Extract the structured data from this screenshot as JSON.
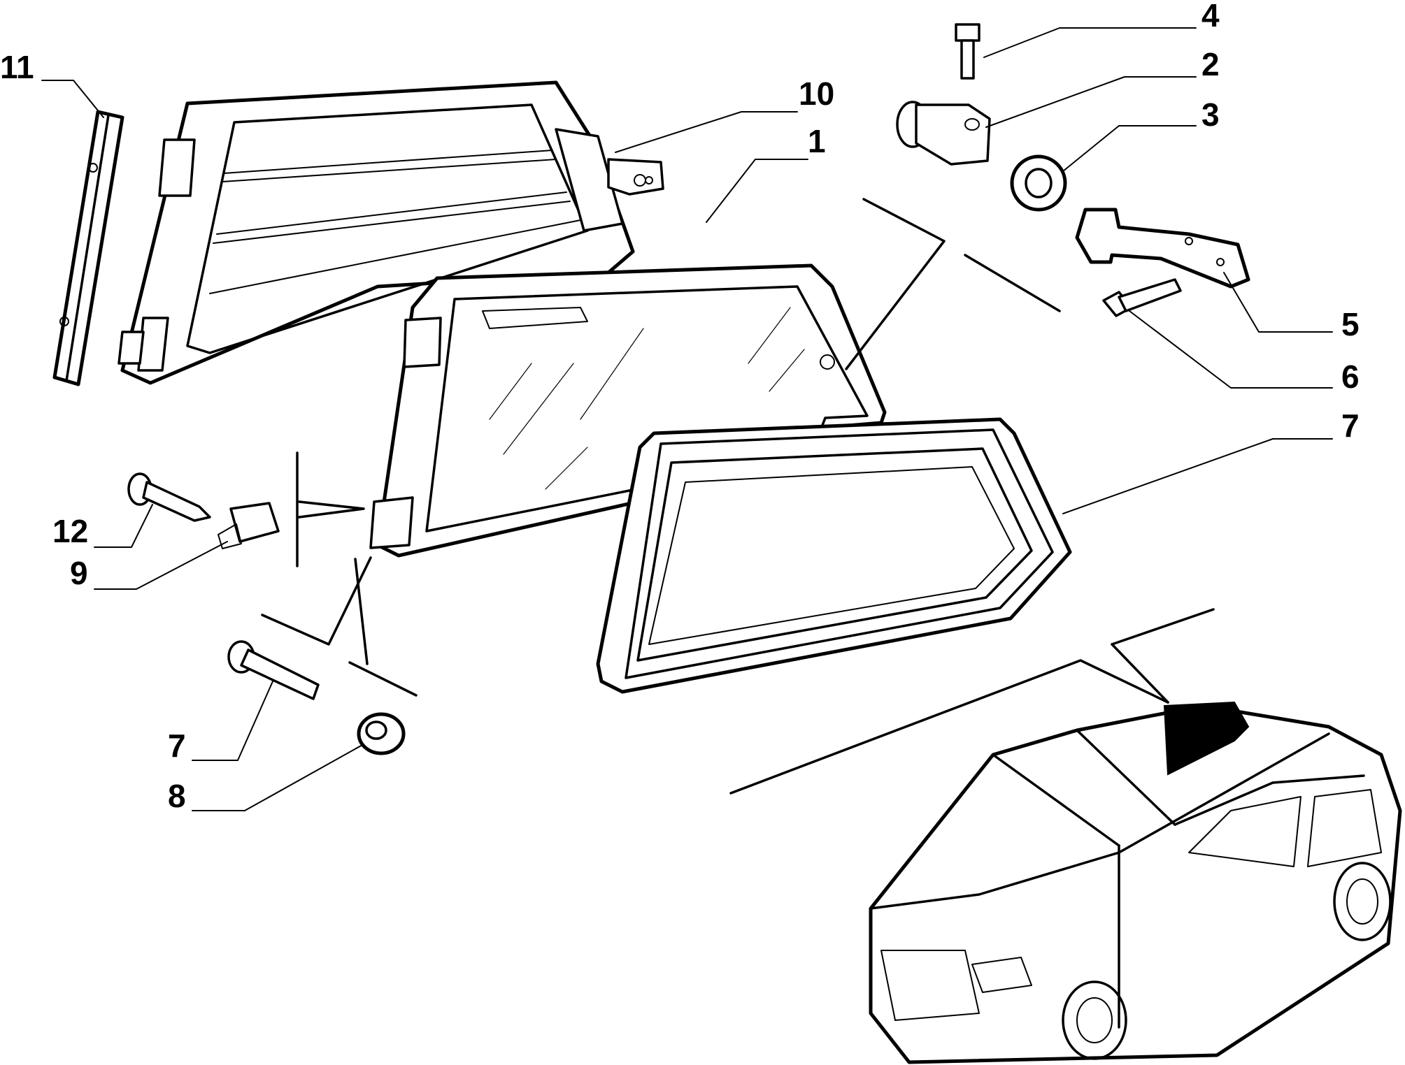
{
  "diagram": {
    "callouts": [
      {
        "id": "c1",
        "label": "1"
      },
      {
        "id": "c2",
        "label": "2"
      },
      {
        "id": "c3",
        "label": "3"
      },
      {
        "id": "c4",
        "label": "4"
      },
      {
        "id": "c5",
        "label": "5"
      },
      {
        "id": "c6",
        "label": "6"
      },
      {
        "id": "c7a",
        "label": "7"
      },
      {
        "id": "c7b",
        "label": "7"
      },
      {
        "id": "c8",
        "label": "8"
      },
      {
        "id": "c9",
        "label": "9"
      },
      {
        "id": "c10",
        "label": "10"
      },
      {
        "id": "c11",
        "label": "11"
      },
      {
        "id": "c12",
        "label": "12"
      }
    ],
    "colors": {
      "ink": "#000000",
      "background": "#ffffff",
      "highlight_window": "#000000"
    }
  }
}
